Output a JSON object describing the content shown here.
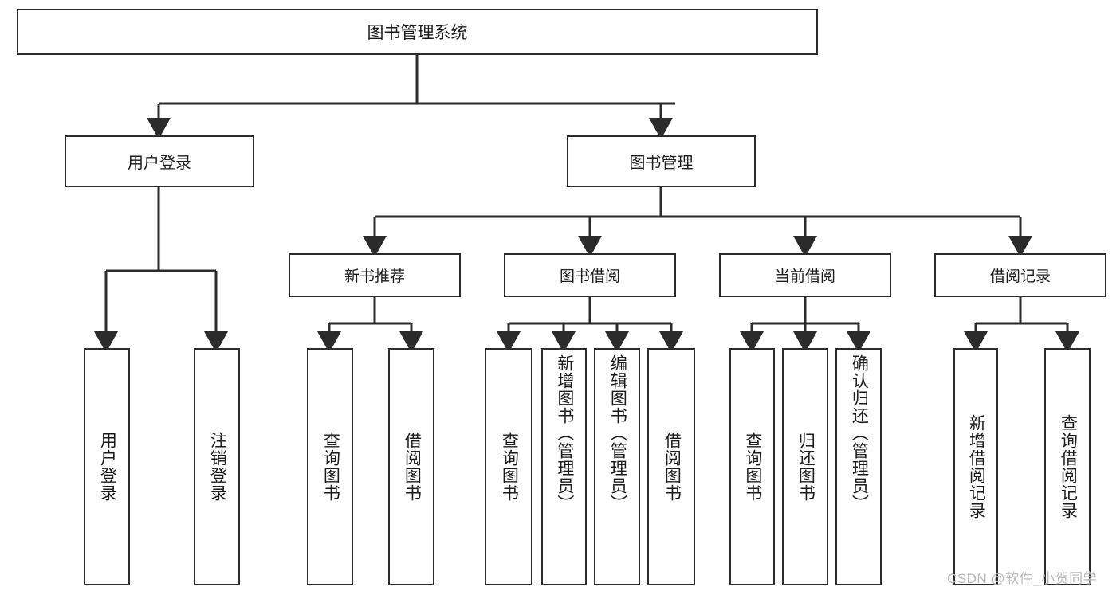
{
  "diagram": {
    "title": "图书管理系统",
    "type": "hierarchy-tree",
    "root": {
      "id": "root",
      "label": "图书管理系统"
    },
    "level1": [
      {
        "id": "user-login",
        "label": "用户登录"
      },
      {
        "id": "book-manage",
        "label": "图书管理"
      }
    ],
    "level2": [
      {
        "id": "new-book-recommend",
        "label": "新书推荐",
        "parent": "book-manage"
      },
      {
        "id": "book-borrow",
        "label": "图书借阅",
        "parent": "book-manage"
      },
      {
        "id": "current-borrow",
        "label": "当前借阅",
        "parent": "book-manage"
      },
      {
        "id": "borrow-record",
        "label": "借阅记录",
        "parent": "book-manage"
      }
    ],
    "leaves": [
      {
        "id": "leaf-user-login",
        "label": "用户登录",
        "parent": "user-login",
        "align": "center"
      },
      {
        "id": "leaf-logout-login",
        "label": "注销登录",
        "parent": "user-login",
        "align": "center"
      },
      {
        "id": "leaf-query-book-1",
        "label": "查询图书",
        "parent": "new-book-recommend",
        "align": "center"
      },
      {
        "id": "leaf-borrow-book-1",
        "label": "借阅图书",
        "parent": "new-book-recommend",
        "align": "center"
      },
      {
        "id": "leaf-query-book-2",
        "label": "查询图书",
        "parent": "book-borrow",
        "align": "center"
      },
      {
        "id": "leaf-add-book-admin",
        "label": "新增图书（管理员）",
        "parent": "book-borrow",
        "align": "top"
      },
      {
        "id": "leaf-edit-book-admin",
        "label": "编辑图书（管理员）",
        "parent": "book-borrow",
        "align": "top"
      },
      {
        "id": "leaf-borrow-book-2",
        "label": "借阅图书",
        "parent": "book-borrow",
        "align": "center"
      },
      {
        "id": "leaf-query-book-3",
        "label": "查询图书",
        "parent": "current-borrow",
        "align": "center"
      },
      {
        "id": "leaf-return-book",
        "label": "归还图书",
        "parent": "current-borrow",
        "align": "center"
      },
      {
        "id": "leaf-confirm-return-admin",
        "label": "确认归还（管理员）",
        "parent": "current-borrow",
        "align": "top"
      },
      {
        "id": "leaf-add-borrow-record",
        "label": "新增借阅记录",
        "parent": "borrow-record",
        "align": "center"
      },
      {
        "id": "leaf-query-borrow-record",
        "label": "查询借阅记录",
        "parent": "borrow-record",
        "align": "center"
      }
    ]
  },
  "watermark": {
    "text": "CSDN @软件_小贺同学"
  },
  "colors": {
    "border": "#2b2b2b",
    "text": "#1a1a1a",
    "background": "#ffffff",
    "watermark": "#b9b9b9"
  }
}
